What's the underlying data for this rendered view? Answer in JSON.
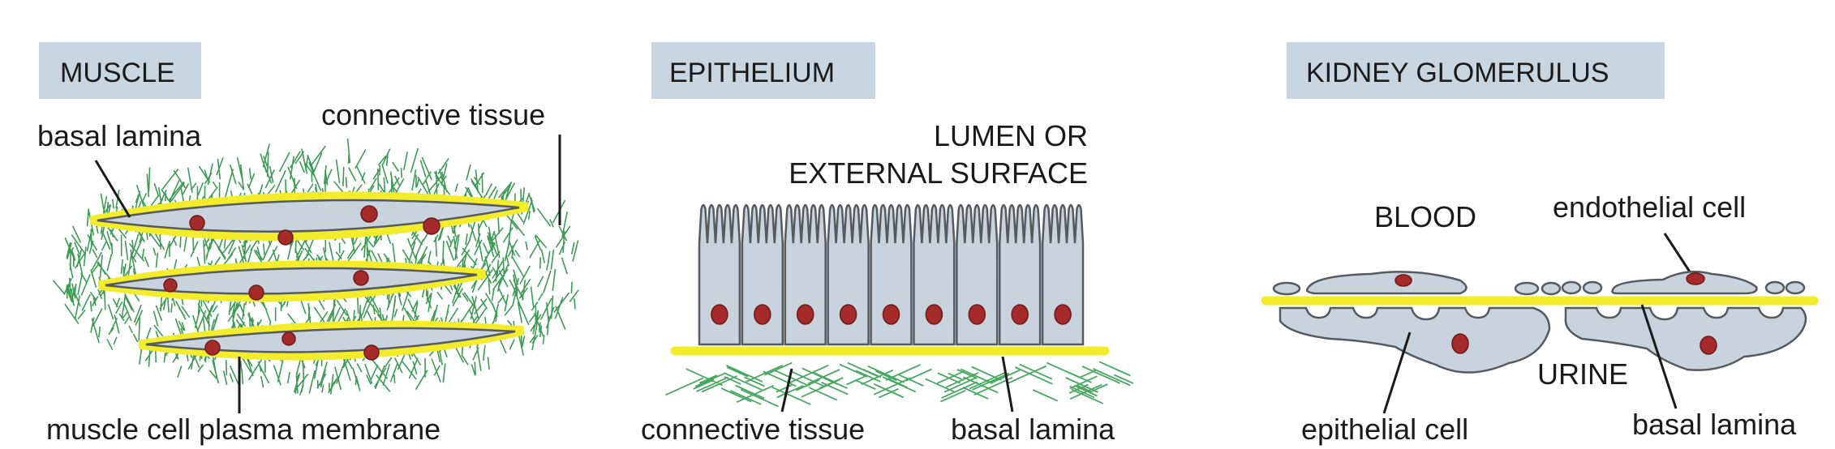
{
  "panels": {
    "muscle": {
      "title": "MUSCLE",
      "label_basal_lamina": "basal lamina",
      "label_connective_tissue": "connective tissue",
      "label_membrane": "muscle cell plasma membrane"
    },
    "epithelium": {
      "title": "EPITHELIUM",
      "label_lumen_line1": "LUMEN OR",
      "label_lumen_line2": "EXTERNAL SURFACE",
      "label_connective_tissue": "connective tissue",
      "label_basal_lamina": "basal lamina"
    },
    "kidney": {
      "title": "KIDNEY GLOMERULUS",
      "label_blood": "BLOOD",
      "label_endothelial": "endothelial cell",
      "label_urine": "URINE",
      "label_epithelial": "epithelial cell",
      "label_basal_lamina": "basal lamina"
    }
  },
  "colors": {
    "header_box": "#c7d6e0",
    "cell_fill": "#c9d3de",
    "nucleus": "#a52a2a",
    "basal_lamina": "#f3ec2a",
    "connective_tissue": "#3f9a55"
  }
}
